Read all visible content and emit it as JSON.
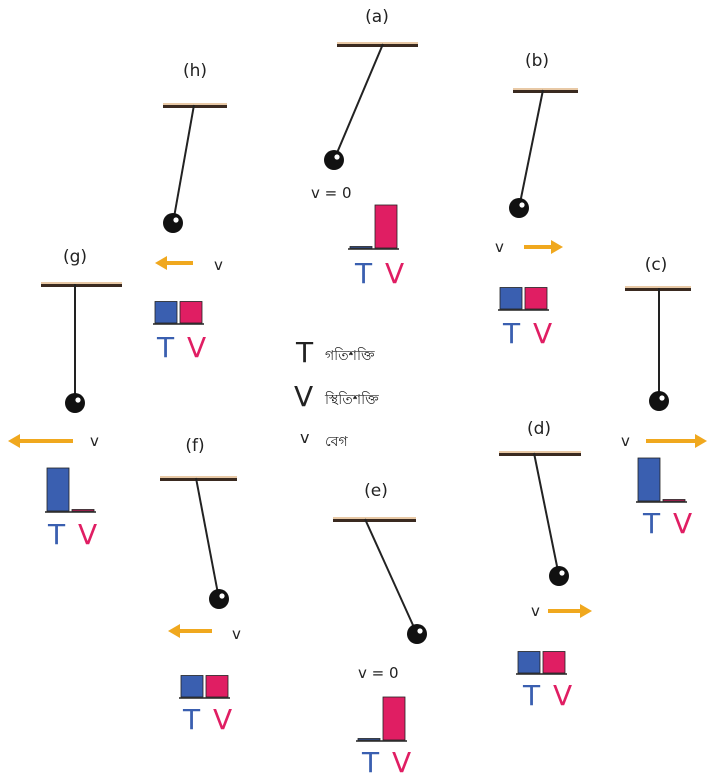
{
  "colors": {
    "kinetic": "#3a5fb0",
    "potential": "#e01e63",
    "arrow": "#f0a81e",
    "beam": "#3a2a20",
    "beam_highlight": "#e8c9a6",
    "string": "#222222",
    "bob": "#111111"
  },
  "legend": {
    "t_symbol": "T",
    "t_text": "গতিশক্তি",
    "v_symbol": "V",
    "v_text": "স্থিতিশক্তি",
    "vel_symbol": "v",
    "vel_text": "বেগ"
  },
  "panels": [
    {
      "id": "a",
      "label": "(a)",
      "kinetic": 0,
      "potential": 1,
      "velocity_text": "v = 0",
      "arrow_direction": "none",
      "icon": "pendulum-icon"
    },
    {
      "id": "b",
      "label": "(b)",
      "kinetic": 0.5,
      "potential": 0.5,
      "velocity_text": "v",
      "arrow_direction": "right",
      "icon": "pendulum-icon"
    },
    {
      "id": "c",
      "label": "(c)",
      "kinetic": 1,
      "potential": 0,
      "velocity_text": "v",
      "arrow_direction": "right",
      "icon": "pendulum-icon"
    },
    {
      "id": "d",
      "label": "(d)",
      "kinetic": 0.5,
      "potential": 0.5,
      "velocity_text": "v",
      "arrow_direction": "right",
      "icon": "pendulum-icon"
    },
    {
      "id": "e",
      "label": "(e)",
      "kinetic": 0,
      "potential": 1,
      "velocity_text": "v = 0",
      "arrow_direction": "none",
      "icon": "pendulum-icon"
    },
    {
      "id": "f",
      "label": "(f)",
      "kinetic": 0.5,
      "potential": 0.5,
      "velocity_text": "v",
      "arrow_direction": "left",
      "icon": "pendulum-icon"
    },
    {
      "id": "g",
      "label": "(g)",
      "kinetic": 1,
      "potential": 0,
      "velocity_text": "v",
      "arrow_direction": "left",
      "icon": "pendulum-icon"
    },
    {
      "id": "h",
      "label": "(h)",
      "kinetic": 0.5,
      "potential": 0.5,
      "velocity_text": "v",
      "arrow_direction": "left",
      "icon": "pendulum-icon"
    }
  ]
}
